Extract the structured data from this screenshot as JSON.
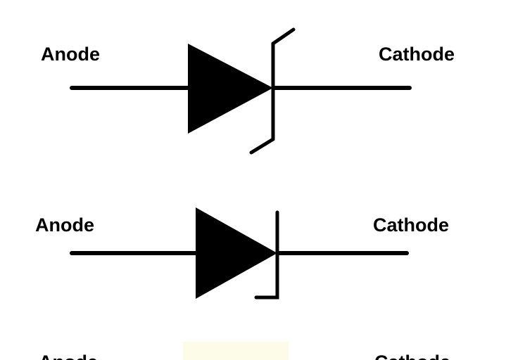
{
  "diagram": {
    "symbols": [
      {
        "type": "zener-diode",
        "anode_label": "Anode",
        "cathode_label": "Cathode"
      },
      {
        "type": "schottky-diode",
        "anode_label": "Anode",
        "cathode_label": "Cathode"
      },
      {
        "type": "partial-symbol",
        "anode_label": "Anode",
        "cathode_label": "Cathode"
      }
    ],
    "colors": {
      "stroke": "#000000",
      "fill": "#000000",
      "background": "#ffffff",
      "faint_fill": "#fcfce8"
    }
  }
}
